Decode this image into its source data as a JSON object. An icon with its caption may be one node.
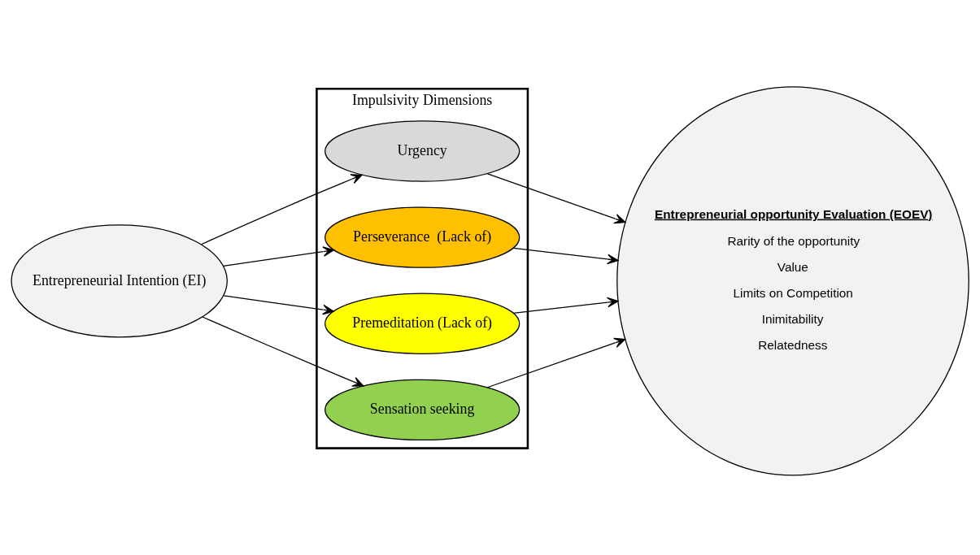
{
  "diagram": {
    "nodes": [
      {
        "text": [
          "Entrepreneurial Intention (EI)"
        ]
      },
      {
        "text": [
          "Impulsivity Dimensions"
        ]
      },
      {
        "text": [
          "Urgency"
        ],
        "in": 1
      },
      {
        "text": [
          "Perseverance  (Lack of)"
        ],
        "in": 1
      },
      {
        "text": [
          "Premeditation (Lack of)"
        ],
        "in": 1
      },
      {
        "text": [
          "Sensation seeking"
        ],
        "in": 1
      },
      {
        "text": [
          "Entrepreneurial opportunity Evaluation (EOEV)",
          "Rarity of the opportunity",
          "Value",
          "Limits on Competition",
          "Inimitability",
          "Relatedness"
        ]
      }
    ],
    "edges": [
      {
        "from": 0,
        "to": 2,
        "arrow": "to"
      },
      {
        "from": 0,
        "to": 3,
        "arrow": "to"
      },
      {
        "from": 0,
        "to": 4,
        "arrow": "to"
      },
      {
        "from": 0,
        "to": 5,
        "arrow": "to"
      },
      {
        "from": 2,
        "to": 6,
        "arrow": "to"
      },
      {
        "from": 3,
        "to": 6,
        "arrow": "to"
      },
      {
        "from": 4,
        "to": 6,
        "arrow": "to"
      },
      {
        "from": 5,
        "to": 6,
        "arrow": "to"
      }
    ]
  }
}
